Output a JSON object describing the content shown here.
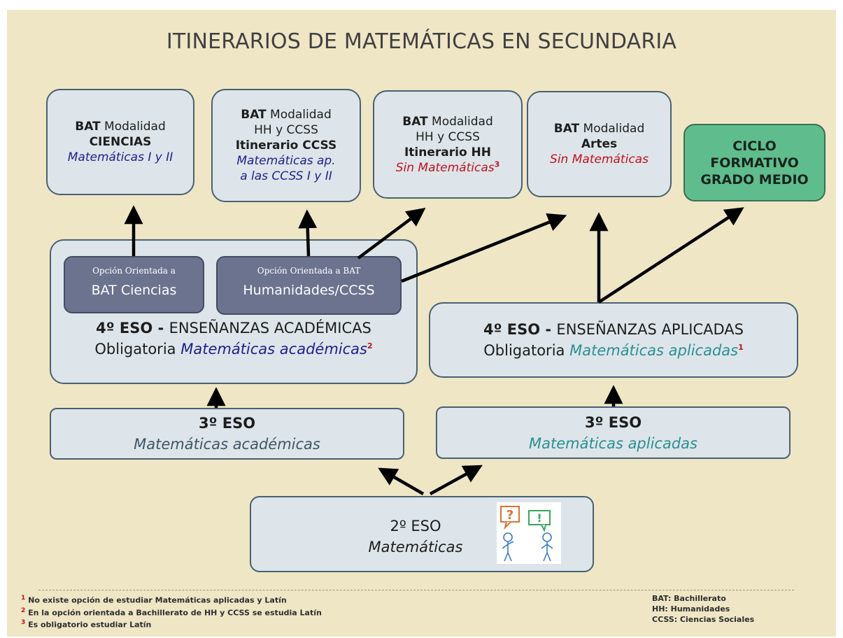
{
  "title": "ITINERARIOS DE MATEMÁTICAS EN SECUNDARIA",
  "bat_ciencias": {
    "prefix": "BAT",
    "line1": "Modalidad",
    "line2": "CIENCIAS",
    "subject": "Matemáticas I y II"
  },
  "bat_ccss": {
    "prefix": "BAT",
    "line1": "Modalidad",
    "line2": "HH y CCSS",
    "line3": "Itinerario CCSS",
    "subject_a": "Matemáticas ap.",
    "subject_b": "a las CCSS  I y II"
  },
  "bat_hh": {
    "prefix": "BAT",
    "line1": "Modalidad",
    "line2": "HH y CCSS",
    "line3": "Itinerario HH",
    "subject": "Sin Matemáticas",
    "note": "3"
  },
  "bat_artes": {
    "prefix": "BAT",
    "line1": "Modalidad",
    "line2": "Artes",
    "subject": "Sin Matemáticas"
  },
  "ciclo": {
    "line1": "CICLO",
    "line2": "FORMATIVO",
    "line3": "GRADO MEDIO"
  },
  "opt_ciencias": {
    "small": "Opción Orientada a",
    "big": "BAT Ciencias"
  },
  "opt_hum": {
    "small": "Opción Orientada a BAT",
    "big": "Humanidades/CCSS"
  },
  "eso4_acad": {
    "bold": "4º ESO",
    "dash": " - ",
    "rest": "ENSEÑANZAS ACADÉMICAS",
    "oblig": "Obligatoria",
    "subject": "Matemáticas académicas",
    "note": "2"
  },
  "eso4_apl": {
    "bold": "4º ESO",
    "dash": " -  ",
    "rest": "ENSEÑANZAS APLICADAS",
    "oblig": "Obligatoria",
    "subject": "Matemáticas aplicadas",
    "note": "1"
  },
  "eso3_acad": {
    "title": "3º ESO",
    "subject": "Matemáticas académicas"
  },
  "eso3_apl": {
    "title": "3º ESO",
    "subject": "Matemáticas aplicadas"
  },
  "eso2": {
    "title": "2º ESO",
    "subject": "Matemáticas",
    "image_marks": [
      "?",
      "!"
    ]
  },
  "footnotes": [
    {
      "num": "1",
      "text": "No existe opción de estudiar Matemáticas aplicadas y Latín"
    },
    {
      "num": "2",
      "text": "En la opción orientada a Bachillerato de HH y CCSS se estudia Latín"
    },
    {
      "num": "3",
      "text": "Es obligatorio estudiar Latín"
    }
  ],
  "glossary": [
    "BAT: Bachillerato",
    "HH: Humanidades",
    "CCSS: Ciencias Sociales"
  ],
  "colors": {
    "background": "#efe6c6",
    "box": "#dde5ea",
    "option": "#6c738f",
    "green": "#5fbd8d",
    "navy": "#1f1f8c",
    "red": "#c0121f",
    "teal": "#2a8f91"
  }
}
